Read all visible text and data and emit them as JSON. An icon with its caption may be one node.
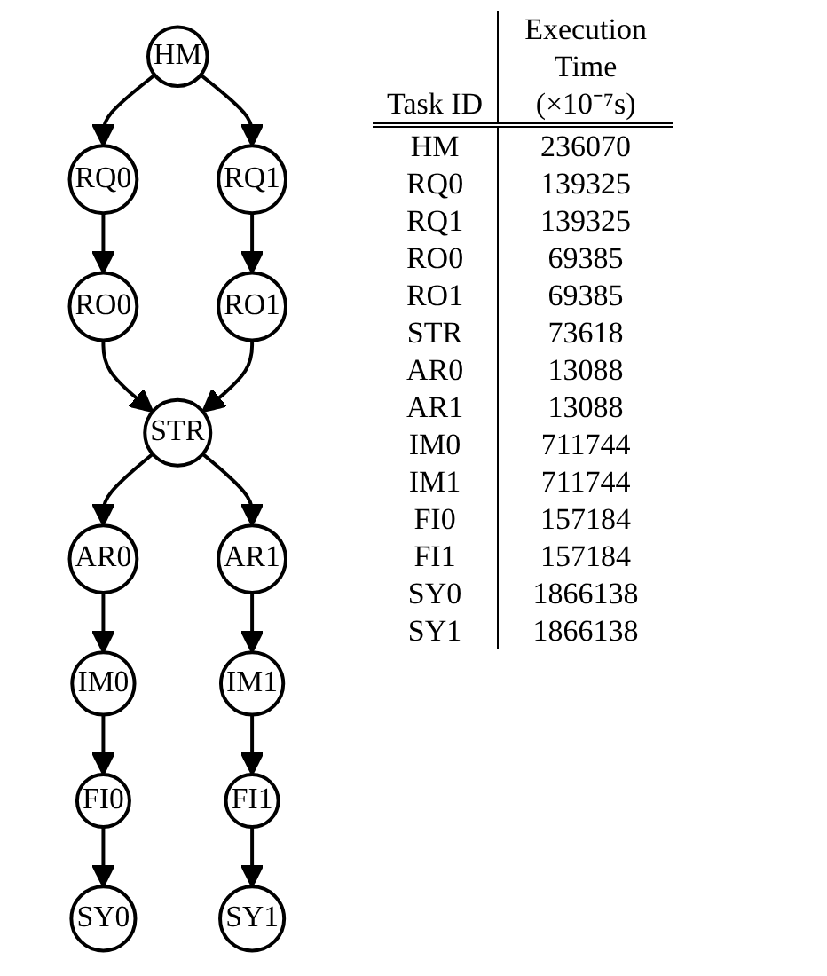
{
  "diagram": {
    "nodes": [
      {
        "text": [
          "HM"
        ]
      },
      {
        "text": [
          "RQ0"
        ]
      },
      {
        "text": [
          "RQ1"
        ]
      },
      {
        "text": [
          "RO0"
        ]
      },
      {
        "text": [
          "RO1"
        ]
      },
      {
        "text": [
          "STR"
        ]
      },
      {
        "text": [
          "AR0"
        ]
      },
      {
        "text": [
          "AR1"
        ]
      },
      {
        "text": [
          "IM0"
        ]
      },
      {
        "text": [
          "IM1"
        ]
      },
      {
        "text": [
          "FI0"
        ]
      },
      {
        "text": [
          "FI1"
        ]
      },
      {
        "text": [
          "SY0"
        ]
      },
      {
        "text": [
          "SY1"
        ]
      }
    ],
    "edges": [
      {
        "from": 0,
        "to": 1,
        "arrow": "to"
      },
      {
        "from": 0,
        "to": 2,
        "arrow": "to"
      },
      {
        "from": 1,
        "to": 3,
        "arrow": "to"
      },
      {
        "from": 2,
        "to": 4,
        "arrow": "to"
      },
      {
        "from": 3,
        "to": 5,
        "arrow": "to"
      },
      {
        "from": 4,
        "to": 5,
        "arrow": "to"
      },
      {
        "from": 5,
        "to": 6,
        "arrow": "to"
      },
      {
        "from": 5,
        "to": 7,
        "arrow": "to"
      },
      {
        "from": 6,
        "to": 8,
        "arrow": "to"
      },
      {
        "from": 7,
        "to": 9,
        "arrow": "to"
      },
      {
        "from": 8,
        "to": 10,
        "arrow": "to"
      },
      {
        "from": 9,
        "to": 11,
        "arrow": "to"
      },
      {
        "from": 10,
        "to": 12,
        "arrow": "to"
      },
      {
        "from": 11,
        "to": 13,
        "arrow": "to"
      }
    ],
    "labels": [
      "Task ID",
      "Execution Time (×10⁻⁷s)",
      "HM",
      "236070",
      "RQ0",
      "139325",
      "RQ1",
      "139325",
      "RO0",
      "69385",
      "RO1",
      "69385",
      "STR",
      "73618",
      "AR0",
      "13088",
      "AR1",
      "13088",
      "IM0",
      "711744",
      "IM1",
      "711744",
      "FI0",
      "157184",
      "FI1",
      "157184",
      "SY0",
      "1866138",
      "SY1",
      "1866138"
    ]
  }
}
